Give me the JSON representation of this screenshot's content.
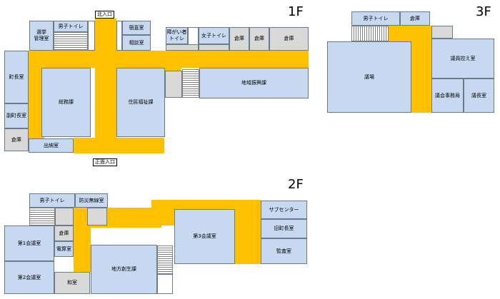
{
  "floors": {
    "f1": {
      "label": "1F",
      "rooms": {
        "senkyo": "選挙\n管理室",
        "danshi_toilet": "男子トイレ",
        "shukuchoku": "宿直室",
        "sodan": "相談室",
        "shogai_toilet": "障がい者\nトイレ",
        "joshi_toilet": "女子トイレ",
        "soko1": "倉庫",
        "soko2": "倉庫",
        "soko3": "倉庫",
        "chocho": "町長室",
        "fukuchocho": "副町長室",
        "soko_left": "倉庫",
        "somu": "総務課",
        "jumin": "住民福祉課",
        "chiiki": "地域振興課",
        "suito": "出納室"
      },
      "entrances": {
        "north": "北入口",
        "main": "正面入口"
      }
    },
    "f2": {
      "label": "2F",
      "rooms": {
        "danshi_toilet": "男子トイレ",
        "bosai": "防災無線室",
        "kaigi1": "第1会議室",
        "kaigi2": "第2会議室",
        "soko": "倉庫",
        "densan": "電算室",
        "risho": "和室",
        "chiho": "地方創生課",
        "kaigi3": "第3会議室",
        "sub": "サブセンター",
        "kyu_chocho": "旧町長室",
        "kansa": "監査室"
      }
    },
    "f3": {
      "label": "3F",
      "rooms": {
        "danshi_toilet": "男子トイレ",
        "soko": "倉庫",
        "gijo": "議場",
        "giin_hikae": "議員控え室",
        "jimukyoku": "議会事務局",
        "gicho": "議長室"
      }
    }
  }
}
